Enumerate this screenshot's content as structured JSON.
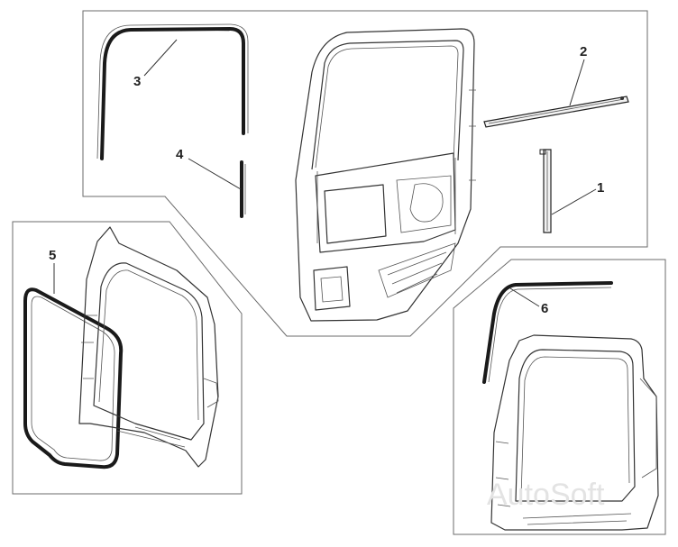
{
  "callouts": [
    {
      "label": "1"
    },
    {
      "label": "2"
    },
    {
      "label": "3"
    },
    {
      "label": "4"
    },
    {
      "label": "5"
    },
    {
      "label": "6"
    }
  ],
  "watermark": "AutoSoft",
  "colors": {
    "line": "#1a1a1a",
    "panel_border": "#6b6b6b",
    "background": "#ffffff"
  }
}
